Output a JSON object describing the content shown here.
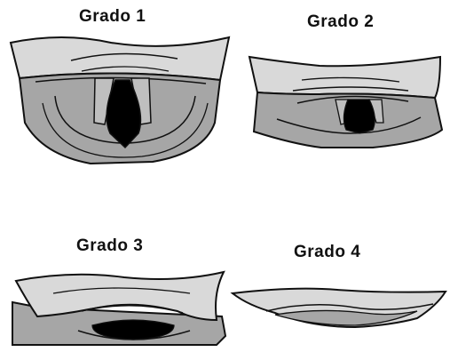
{
  "grades": [
    {
      "label": "Grado 1",
      "icon": "larynx-view-grade-1"
    },
    {
      "label": "Grado 2",
      "icon": "larynx-view-grade-2"
    },
    {
      "label": "Grado 3",
      "icon": "larynx-view-grade-3"
    },
    {
      "label": "Grado 4",
      "icon": "larynx-view-grade-4"
    }
  ],
  "colors": {
    "background": "#ffffff",
    "epiglottis": "#d9d9d9",
    "tissue": "#a6a6a6",
    "cords": "#bfbfbf",
    "glottis": "#000000",
    "outline": "#111111"
  }
}
